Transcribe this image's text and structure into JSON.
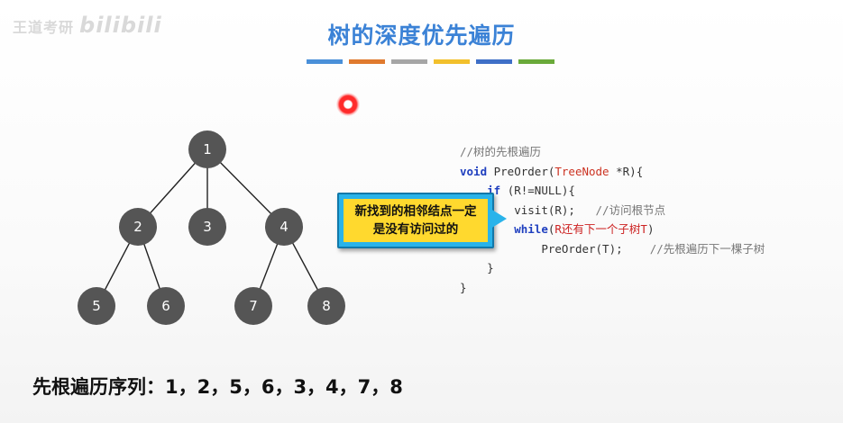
{
  "watermark": {
    "text": "王道考研",
    "brand": "bilibili"
  },
  "title": "树的深度优先遍历",
  "divider_colors": [
    "#4a90d9",
    "#e07a2e",
    "#a6a6a6",
    "#f2c02c",
    "#3f6fc7",
    "#6aaa3a"
  ],
  "tree": {
    "nodes": [
      {
        "id": "1",
        "label": "1"
      },
      {
        "id": "2",
        "label": "2"
      },
      {
        "id": "3",
        "label": "3"
      },
      {
        "id": "4",
        "label": "4"
      },
      {
        "id": "5",
        "label": "5"
      },
      {
        "id": "6",
        "label": "6"
      },
      {
        "id": "7",
        "label": "7"
      },
      {
        "id": "8",
        "label": "8"
      }
    ],
    "edges": [
      [
        "1",
        "2"
      ],
      [
        "1",
        "3"
      ],
      [
        "1",
        "4"
      ],
      [
        "2",
        "5"
      ],
      [
        "2",
        "6"
      ],
      [
        "4",
        "7"
      ],
      [
        "4",
        "8"
      ]
    ]
  },
  "code": {
    "comment": "//树的先根遍历",
    "sig_void": "void",
    "sig_fn": " PreOrder(",
    "sig_type": "TreeNode",
    "sig_rest": " *R){",
    "if_kw": "if",
    "if_rest": " (R!=NULL){",
    "visit": "visit(R);",
    "visit_comment": "//访问根节点",
    "while_kw": "while",
    "while_open": "(",
    "while_cond": "R还有下一个子树T",
    "while_close": ")",
    "preorder_call": "PreOrder(T);",
    "preorder_comment": "//先根遍历下一棵子树",
    "close_inner": "}",
    "close_outer": "}"
  },
  "callout": {
    "line1": "新找到的相邻结点一定",
    "line2": "是没有访问过的"
  },
  "result": {
    "label": "先根遍历序列：",
    "sequence": "1，2，5，6，3，4，7，8"
  }
}
